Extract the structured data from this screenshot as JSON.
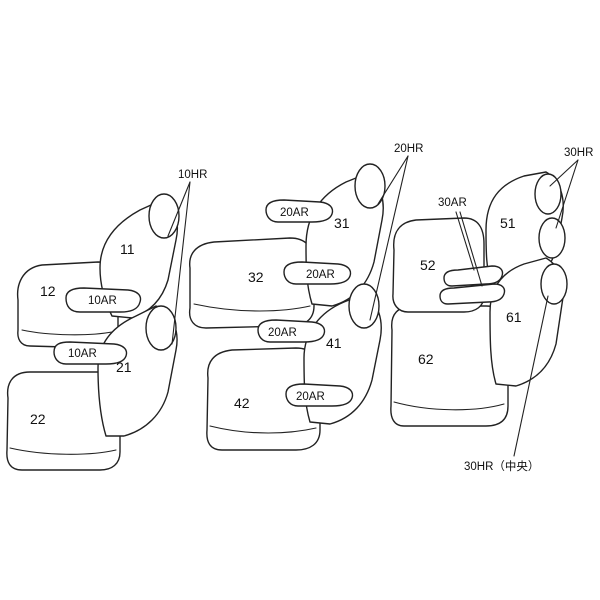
{
  "labels": {
    "hr10": "10HR",
    "s11": "11",
    "s12": "12",
    "ar10_a": "10AR",
    "ar10_b": "10AR",
    "s21": "21",
    "s22": "22",
    "hr20": "20HR",
    "ar20_a": "20AR",
    "s31": "31",
    "s32": "32",
    "ar20_b": "20AR",
    "ar20_c": "20AR",
    "s41": "41",
    "s42": "42",
    "ar20_d": "20AR",
    "hr30": "30HR",
    "ar30": "30AR",
    "s51": "51",
    "s52": "52",
    "s61": "61",
    "s62": "62",
    "hr30_center": "30HR（中央）"
  },
  "colors": {
    "stroke": "#222222",
    "fill": "#ffffff"
  }
}
